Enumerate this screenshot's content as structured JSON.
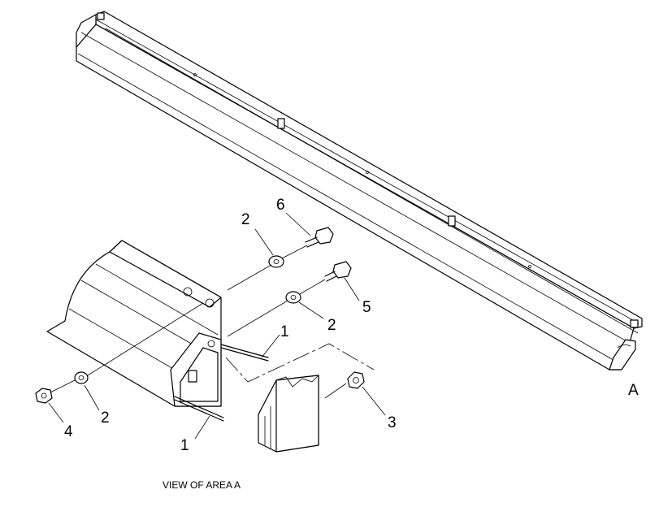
{
  "callouts": {
    "c1a": "1",
    "c1b": "1",
    "c2a": "2",
    "c2b": "2",
    "c2c": "2",
    "c3": "3",
    "c4": "4",
    "c5": "5",
    "c6": "6"
  },
  "area_label": "A",
  "caption": "VIEW OF AREA A"
}
